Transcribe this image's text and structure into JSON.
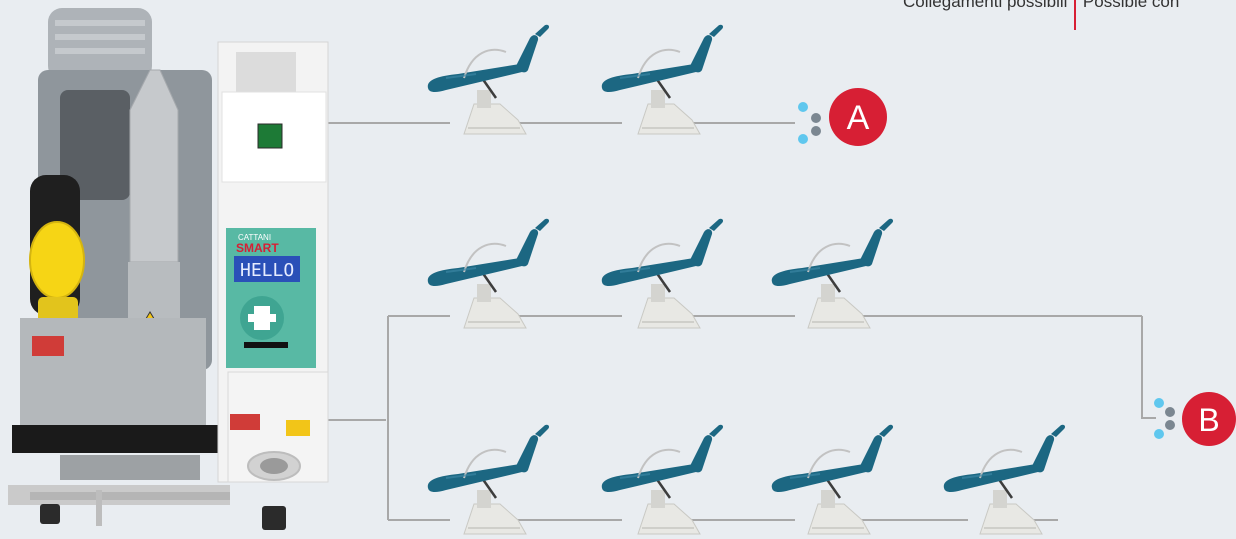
{
  "header": {
    "left_text": "Collegamenti possibili",
    "right_text": "Possible con"
  },
  "unit": {
    "brand_small": "CATTANI",
    "brand_model": "SMART",
    "display_text": "HELLO"
  },
  "groups": [
    {
      "label": "A",
      "chair_count": 2
    },
    {
      "label": "B",
      "chair_count": 7,
      "rows": [
        3,
        4
      ]
    }
  ],
  "colors": {
    "background": "#e9edf1",
    "accent_red": "#d71f34",
    "chair_upholstery": "#1c6782",
    "chair_base": "#e7e7e3",
    "connection_line": "#a8a8a8",
    "dot_light_blue": "#5fc7ee",
    "dot_gray": "#7b8791",
    "panel_green": "#58b9a4"
  }
}
